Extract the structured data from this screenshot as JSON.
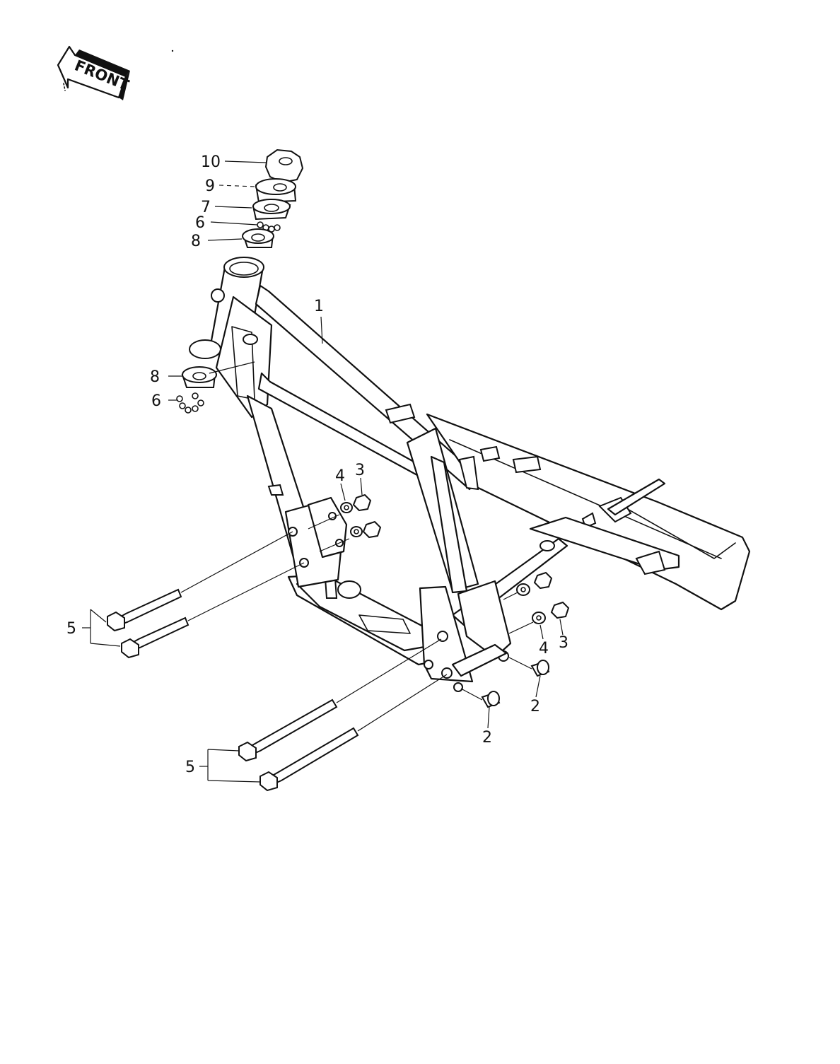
{
  "direction_badge": {
    "text": "FRONT",
    "icon": "front-arrow-icon"
  },
  "callouts": [
    {
      "id": "c10",
      "text": "10"
    },
    {
      "id": "c9",
      "text": "9"
    },
    {
      "id": "c7",
      "text": "7"
    },
    {
      "id": "c6a",
      "text": "6"
    },
    {
      "id": "c8a",
      "text": "8"
    },
    {
      "id": "c1",
      "text": "1"
    },
    {
      "id": "c8b",
      "text": "8"
    },
    {
      "id": "c6b",
      "text": "6"
    },
    {
      "id": "c4a",
      "text": "4"
    },
    {
      "id": "c3a",
      "text": "3"
    },
    {
      "id": "c5a",
      "text": "5"
    },
    {
      "id": "c4b",
      "text": "4"
    },
    {
      "id": "c3b",
      "text": "3"
    },
    {
      "id": "c2a",
      "text": "2"
    },
    {
      "id": "c2b",
      "text": "2"
    },
    {
      "id": "c5b",
      "text": "5"
    }
  ],
  "colors": {
    "ink": "#111111",
    "paper": "#ffffff"
  }
}
